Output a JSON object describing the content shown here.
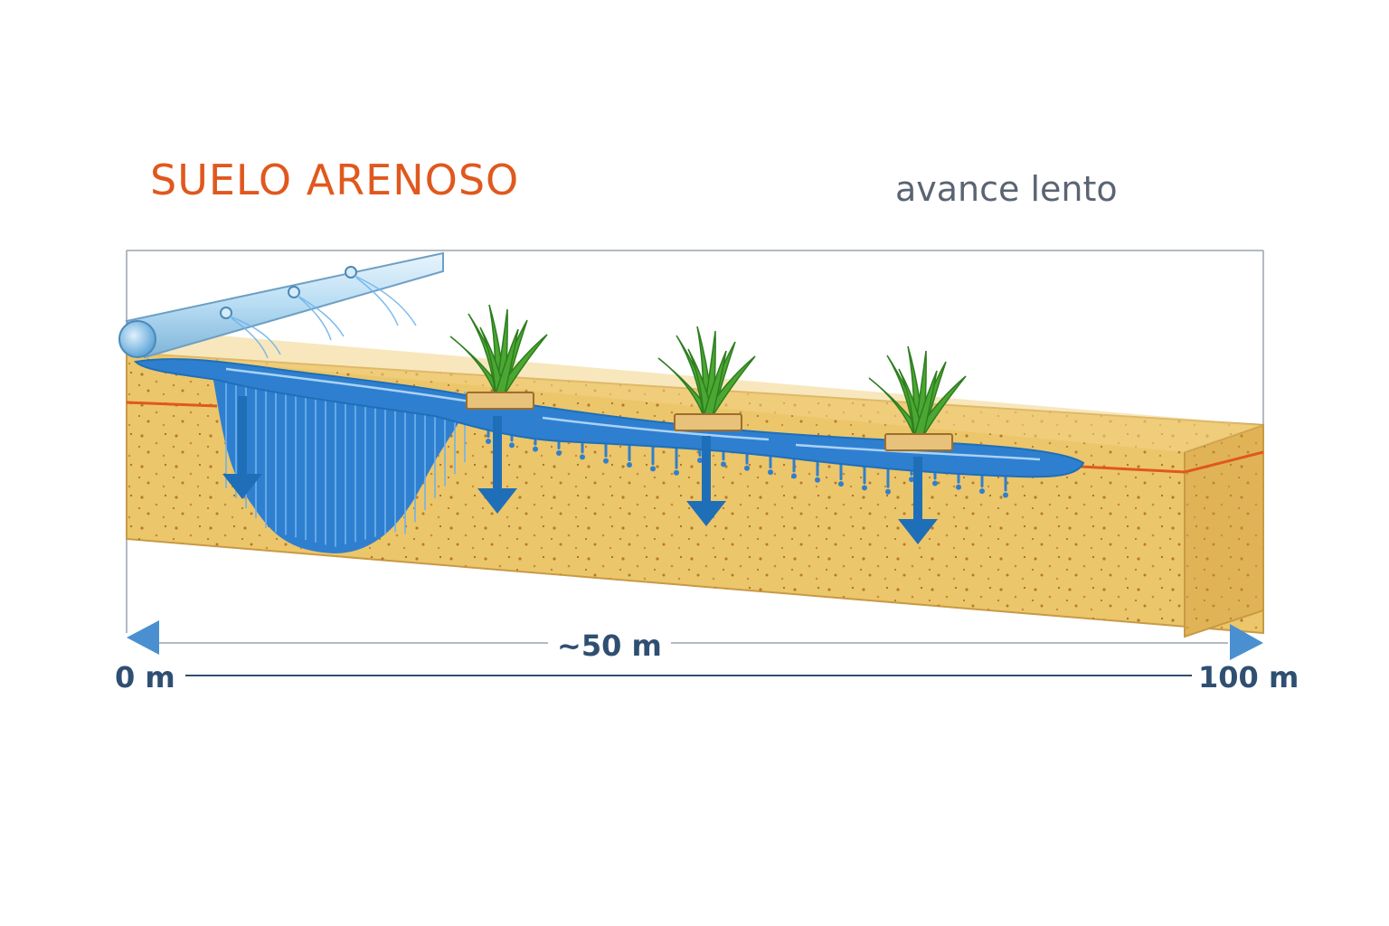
{
  "diagram": {
    "title": "SUELO ARENOSO",
    "subtitle": "avance lento",
    "distance": {
      "start_label": "0 m",
      "end_label": "100 m",
      "advance_label": "~50 m"
    },
    "plants": 3,
    "infiltration_arrows": 4
  },
  "colors": {
    "title": "#e0581e",
    "subtitle": "#5a6472",
    "axis": "#2f4f72",
    "sand": "#ecc66a",
    "sand_side": "#e0b456",
    "water": "#2f7fd0",
    "water_light": "#6fb4ec",
    "arrow": "#1f6fb8",
    "plant": "#4aa832",
    "wet_front": "#e0581e",
    "pipe": "#a9d3f0"
  }
}
